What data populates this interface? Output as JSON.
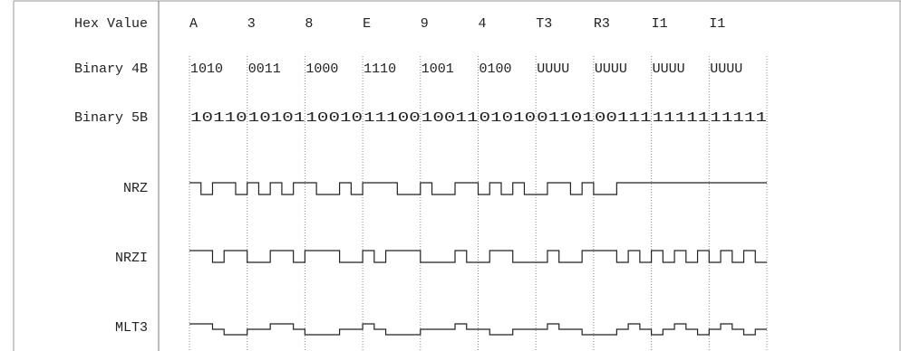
{
  "row_labels": {
    "hex": "Hex Value",
    "b4": "Binary 4B",
    "b5": "Binary 5B",
    "nrz": "NRZ",
    "nrzi": "NRZI",
    "mlt3": "MLT3"
  },
  "symbols": [
    {
      "hex": "A",
      "b4": "1010",
      "b5": "10110"
    },
    {
      "hex": "3",
      "b4": "0011",
      "b5": "10101"
    },
    {
      "hex": "8",
      "b4": "1000",
      "b5": "10010"
    },
    {
      "hex": "E",
      "b4": "1110",
      "b5": "11100"
    },
    {
      "hex": "9",
      "b4": "1001",
      "b5": "10011"
    },
    {
      "hex": "4",
      "b4": "0100",
      "b5": "01010"
    },
    {
      "hex": "T3",
      "b4": "UUUU",
      "b5": "01101"
    },
    {
      "hex": "R3",
      "b4": "UUUU",
      "b5": "00111"
    },
    {
      "hex": "I1",
      "b4": "UUUU",
      "b5": "11111"
    },
    {
      "hex": "I1",
      "b4": "UUUU",
      "b5": "11111"
    }
  ],
  "colors": {
    "line": "#222222",
    "grid": "#888888",
    "border": "#999999"
  }
}
